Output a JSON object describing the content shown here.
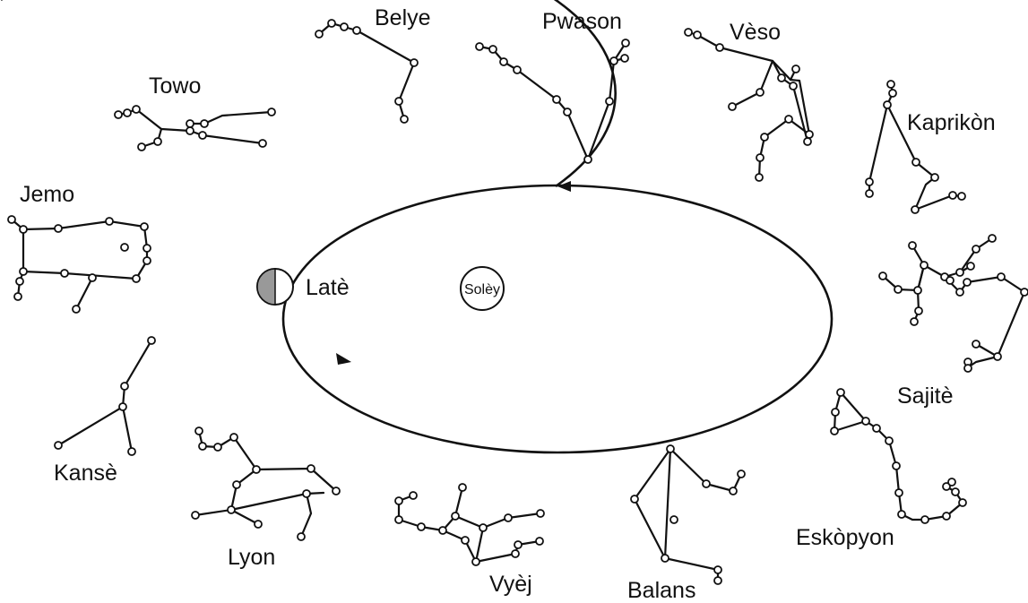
{
  "diagram": {
    "sun": {
      "label": "Solèy"
    },
    "earth": {
      "label": "Latè"
    },
    "constellations": [
      {
        "key": "belye",
        "label": "Belye"
      },
      {
        "key": "pwason",
        "label": "Pwason"
      },
      {
        "key": "veso",
        "label": "Vèso"
      },
      {
        "key": "towo",
        "label": "Towo"
      },
      {
        "key": "kaprikon",
        "label": "Kaprikòn"
      },
      {
        "key": "jemo",
        "label": "Jemo"
      },
      {
        "key": "sajite",
        "label": "Sajitè"
      },
      {
        "key": "kanse",
        "label": "Kansè"
      },
      {
        "key": "eskopyon",
        "label": "Eskòpyon"
      },
      {
        "key": "lyon",
        "label": "Lyon"
      },
      {
        "key": "vyej",
        "label": "Vyèj"
      },
      {
        "key": "balans",
        "label": "Balans"
      }
    ]
  }
}
